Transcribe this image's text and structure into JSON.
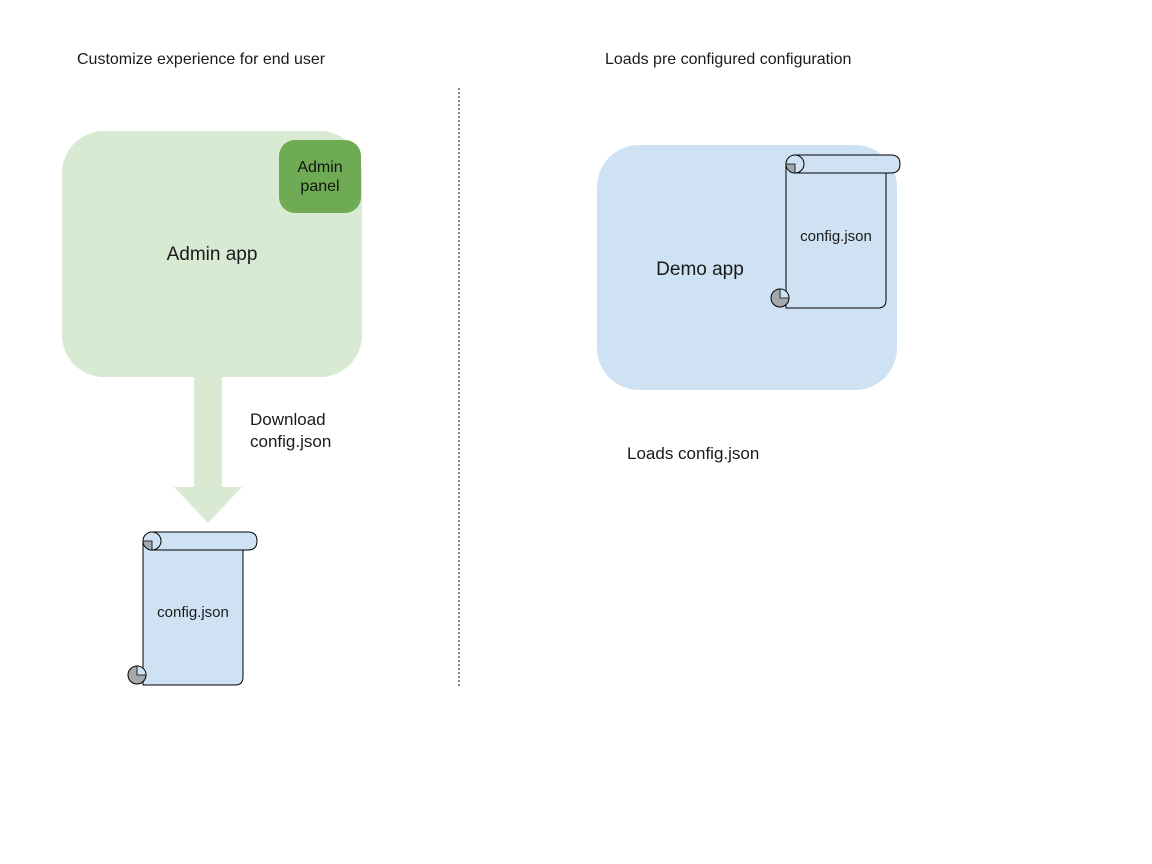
{
  "diagram": {
    "left": {
      "title": "Customize experience for end user",
      "app_label": "Admin app",
      "panel_label": "Admin panel",
      "arrow_label": "Download config.json",
      "file_label": "config.json"
    },
    "right": {
      "title": "Loads pre configured configuration",
      "app_label": "Demo app",
      "file_label": "config.json",
      "caption": "Loads config.json"
    },
    "icons": {
      "download_arrow": "down-arrow",
      "config_file": "scroll-document"
    },
    "colors": {
      "app_box_green": "#d9ead3",
      "panel_green": "#6eab54",
      "app_box_blue": "#cfe2f3",
      "scroll_blue": "#cfe2f3",
      "scroll_curl_gray": "#a3a8ad",
      "outline": "#000000",
      "divider_gray": "#8a8a8a",
      "text": "#1a1a1a"
    }
  }
}
